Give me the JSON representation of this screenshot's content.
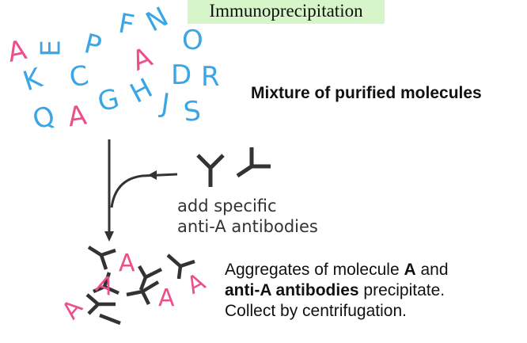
{
  "title": "Immunoprecipitation",
  "mixture_label": "Mixture of purified molecules",
  "add_label": {
    "line1": "add specific",
    "line2": "anti-A antibodies"
  },
  "aggregate_label": {
    "line1_pre": "Aggregates of molecule ",
    "line1_bold": "A",
    "line1_post": " and",
    "line2_bold": "anti-A antibodies",
    "line2_post": " precipitate.",
    "line3": "Collect by centrifugation."
  },
  "molecules": [
    {
      "char": "A",
      "color": "#ec4f8a"
    },
    {
      "char": "E",
      "color": "#3aa6e6"
    },
    {
      "char": "P",
      "color": "#3aa6e6"
    },
    {
      "char": "F",
      "color": "#3aa6e6"
    },
    {
      "char": "N",
      "color": "#3aa6e6"
    },
    {
      "char": "O",
      "color": "#3aa6e6"
    },
    {
      "char": "K",
      "color": "#3aa6e6"
    },
    {
      "char": "C",
      "color": "#3aa6e6"
    },
    {
      "char": "A",
      "color": "#ec4f8a"
    },
    {
      "char": "D",
      "color": "#3aa6e6"
    },
    {
      "char": "R",
      "color": "#3aa6e6"
    },
    {
      "char": "H",
      "color": "#3aa6e6"
    },
    {
      "char": "G",
      "color": "#3aa6e6"
    },
    {
      "char": "J",
      "color": "#3aa6e6"
    },
    {
      "char": "S",
      "color": "#3aa6e6"
    },
    {
      "char": "Q",
      "color": "#3aa6e6"
    },
    {
      "char": "A",
      "color": "#ec4f8a"
    }
  ],
  "aggregate_letters": [
    {
      "char": "A",
      "color": "#ec4f8a"
    },
    {
      "char": "A",
      "color": "#ec4f8a"
    },
    {
      "char": "A",
      "color": "#ec4f8a"
    },
    {
      "char": "A",
      "color": "#ec4f8a"
    },
    {
      "char": "A",
      "color": "#ec4f8a"
    },
    {
      "char": "A",
      "color": "#ec4f8a"
    }
  ],
  "colors": {
    "target": "#ec4f8a",
    "other": "#3aa6e6",
    "antibody": "#333333",
    "title_bg": "#d6f5c8"
  }
}
